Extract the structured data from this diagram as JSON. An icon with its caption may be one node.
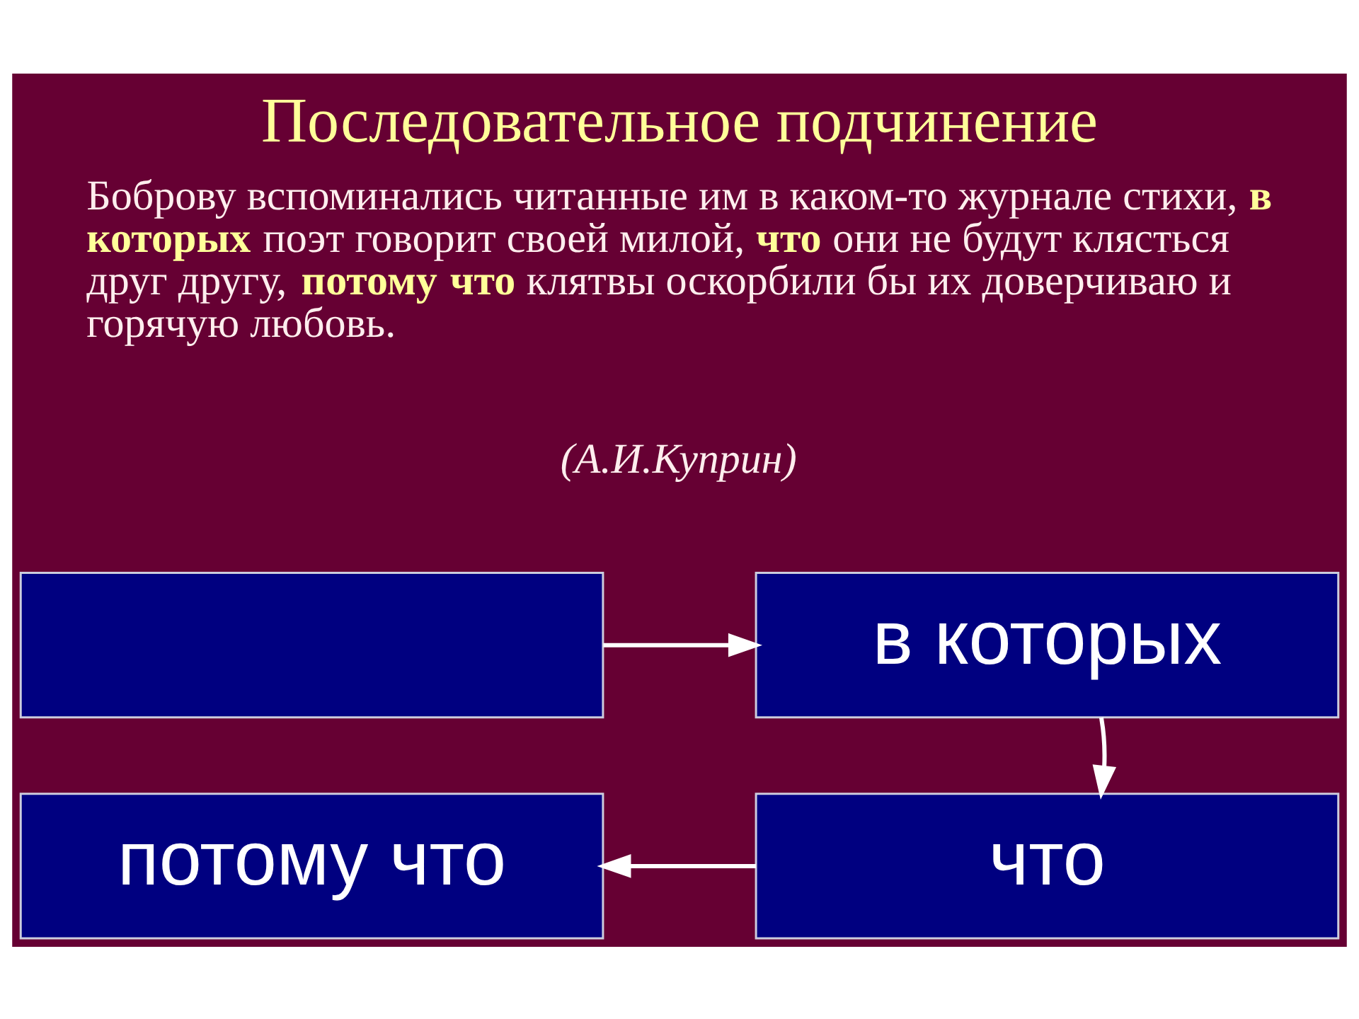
{
  "diagram": {
    "title": "Последовательное подчинение",
    "nodes": [
      {
        "text": [],
        "shape": "box"
      },
      {
        "text": [
          "в которых"
        ]
      },
      {
        "text": [
          "потому что"
        ]
      },
      {
        "text": [
          "что"
        ]
      }
    ],
    "edges": [
      {
        "from": 0,
        "to": 1,
        "arrow": "to"
      },
      {
        "from": 1,
        "to": 3,
        "arrow": "to"
      },
      {
        "from": 3,
        "to": 2,
        "arrow": "to"
      }
    ],
    "labels": [
      "Боброву вспоминались читанные им в каком-то журнале стихи, **в которых** поэт говорит своей милой, **что** они не будут клясться друг другу, **потому что** клятвы оскорбили бы их доверчиваю и горячую любовь.",
      "(А.И.Куприн)"
    ]
  }
}
